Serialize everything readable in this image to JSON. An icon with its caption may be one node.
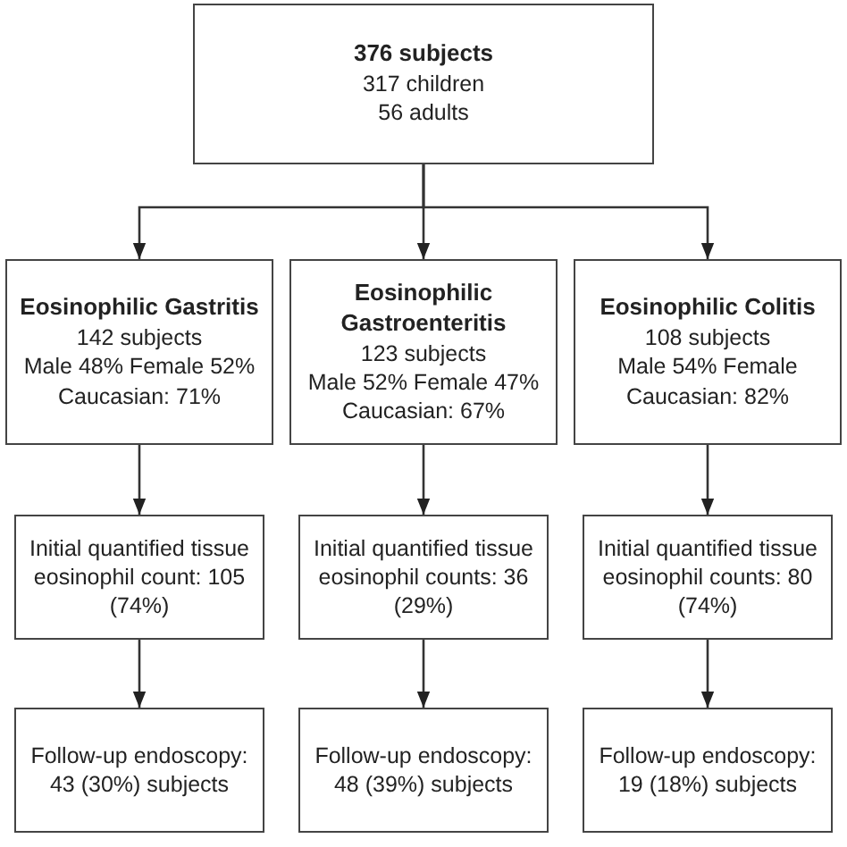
{
  "diagram": {
    "nodes": [
      {
        "text": [
          "376 subjects",
          "317 children",
          "56 adults"
        ]
      },
      {
        "text": [
          "Eosinophilic Gastritis",
          "142 subjects",
          "Male 48% Female 52%",
          "Caucasian: 71%"
        ]
      },
      {
        "text": [
          "Eosinophilic Gastroenteritis",
          "123 subjects",
          "Male 52% Female 47%",
          "Caucasian: 67%"
        ]
      },
      {
        "text": [
          "Eosinophilic Colitis",
          "108 subjects",
          "Male 54% Female",
          "Caucasian: 82%"
        ]
      },
      {
        "text": [
          "Initial quantified tissue eosinophil count: 105 (74%)"
        ]
      },
      {
        "text": [
          "Initial quantified tissue eosinophil counts: 36 (29%)"
        ]
      },
      {
        "text": [
          "Initial quantified tissue eosinophil counts: 80 (74%)"
        ]
      },
      {
        "text": [
          "Follow-up endoscopy: 43 (30%) subjects"
        ]
      },
      {
        "text": [
          "Follow-up endoscopy: 48 (39%) subjects"
        ]
      },
      {
        "text": [
          "Follow-up endoscopy: 19 (18%) subjects"
        ]
      }
    ],
    "edges": [
      {
        "from": 0,
        "to": 1,
        "arrow": "to"
      },
      {
        "from": 0,
        "to": 2,
        "arrow": "to"
      },
      {
        "from": 0,
        "to": 3,
        "arrow": "to"
      },
      {
        "from": 1,
        "to": 4,
        "arrow": "to"
      },
      {
        "from": 2,
        "to": 5,
        "arrow": "to"
      },
      {
        "from": 3,
        "to": 6,
        "arrow": "to"
      },
      {
        "from": 4,
        "to": 7,
        "arrow": "to"
      },
      {
        "from": 5,
        "to": 8,
        "arrow": "to"
      },
      {
        "from": 6,
        "to": 9,
        "arrow": "to"
      }
    ]
  }
}
